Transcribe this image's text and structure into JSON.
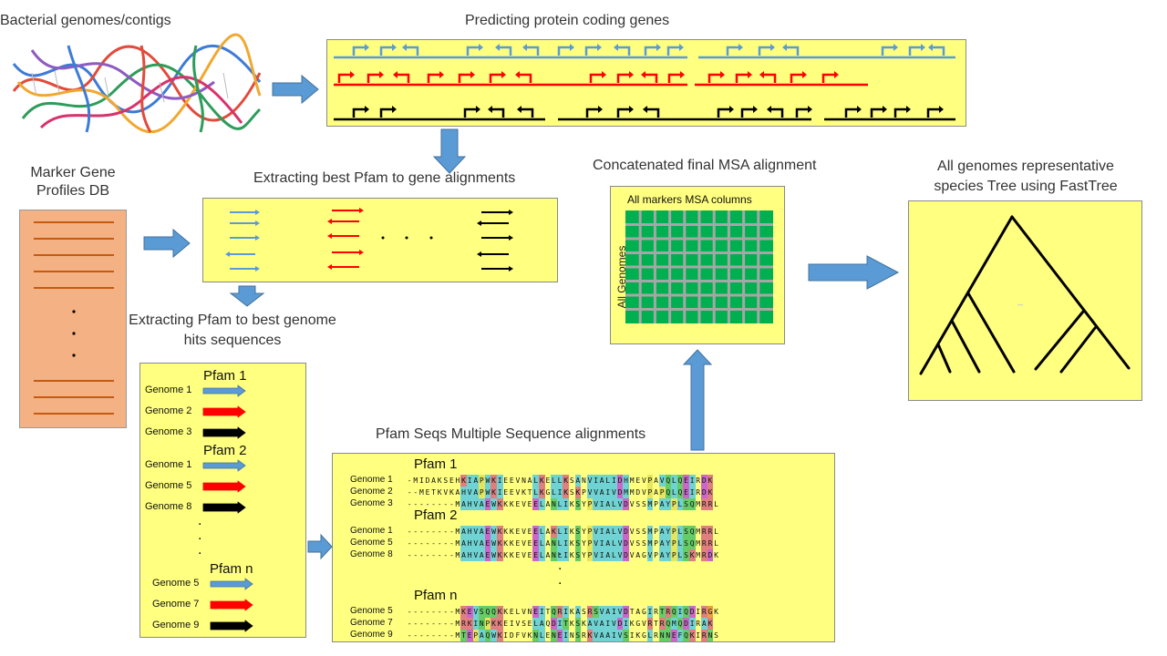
{
  "labels": {
    "genomes": "Bacterial genomes/contigs",
    "predicting": "Predicting protein coding genes",
    "marker_db": "Marker Gene Profiles DB",
    "extract_best": "Extracting best Pfam to gene alignments",
    "extract_pfam_line1": "Extracting Pfam to best genome",
    "extract_pfam_line2": "hits sequences",
    "concat": "Concatenated final MSA alignment",
    "tree_line1": "All genomes representative",
    "tree_line2": "species Tree using FastTree",
    "msa_title": "Pfam Seqs Multiple Sequence alignments",
    "all_markers": "All markers  MSA  columns",
    "all_genomes": "All Genomes",
    "ellipsis": ". . ."
  },
  "colors": {
    "blue": "#5b9bd5",
    "red": "#ff0000",
    "black": "#000000",
    "yellow_box": "#ffff80",
    "salmon_box": "#f4b183",
    "green_grid": "#00b050",
    "arrow_fill": "#5b9bd5"
  },
  "pfam_box": {
    "groups": [
      {
        "title": "Pfam 1",
        "genomes": [
          "Genome  1",
          "Genome  2",
          "Genome  3"
        ],
        "colors": [
          "blue",
          "red",
          "black"
        ]
      },
      {
        "title": "Pfam 2",
        "genomes": [
          "Genome  1",
          "Genome  5",
          "Genome  8"
        ],
        "colors": [
          "blue",
          "red",
          "black"
        ]
      },
      {
        "title": "Pfam n",
        "genomes": [
          "Genome  5",
          "Genome  7",
          "Genome  9"
        ],
        "colors": [
          "blue",
          "red",
          "black"
        ]
      }
    ]
  },
  "msa": {
    "groups": [
      {
        "title": "Pfam 1",
        "rows": [
          {
            "genome": "Genome  1",
            "seq": "-MIDAKSEHKIAPWKIEEVNALKELLKSANVIALIDHMEVPAVQLQEIRDK"
          },
          {
            "genome": "Genome  2",
            "seq": "--METKVKAHVAPWKIEEVKTLKGLIKSKPVVAIVDMMDVPAPQLQEIRDK"
          },
          {
            "genome": "Genome  3",
            "seq": "--------MAHVAEWKKKEVEELANLIKSYPVIALVDVSSMPAYPLSQMRRL"
          }
        ]
      },
      {
        "title": "Pfam 2",
        "rows": [
          {
            "genome": "Genome  1",
            "seq": "--------MAHVAEWKKKEVEELAKLIKSYPVIALVDVSSMPAYPLSQMRRL"
          },
          {
            "genome": "Genome  5",
            "seq": "--------MAHVAEWKKKEVEELANLIKSYPVIALVDVSSMPAYPLSQMRRL"
          },
          {
            "genome": "Genome  8",
            "seq": "--------MAHVAEWKKKEVEELANLIKSYPVIALVDVAGVPAYPLSKMRDK"
          }
        ]
      },
      {
        "title": "Pfam n",
        "rows": [
          {
            "genome": "Genome  5",
            "seq": "--------MKEVSQQKKELVNEITQRIKASRSVAIVDTAGIRTRQIQDIRGK"
          },
          {
            "genome": "Genome  7",
            "seq": "--------MRKINPKKEIVSELAQDITKSKAVAIVDIKGVRTRQMQDIRAK"
          },
          {
            "genome": "Genome  9",
            "seq": "--------MTEPAQWKIDFVKNLENEINSRKVAAIVSIKGLRNNEFQKIRNS"
          }
        ]
      }
    ]
  }
}
